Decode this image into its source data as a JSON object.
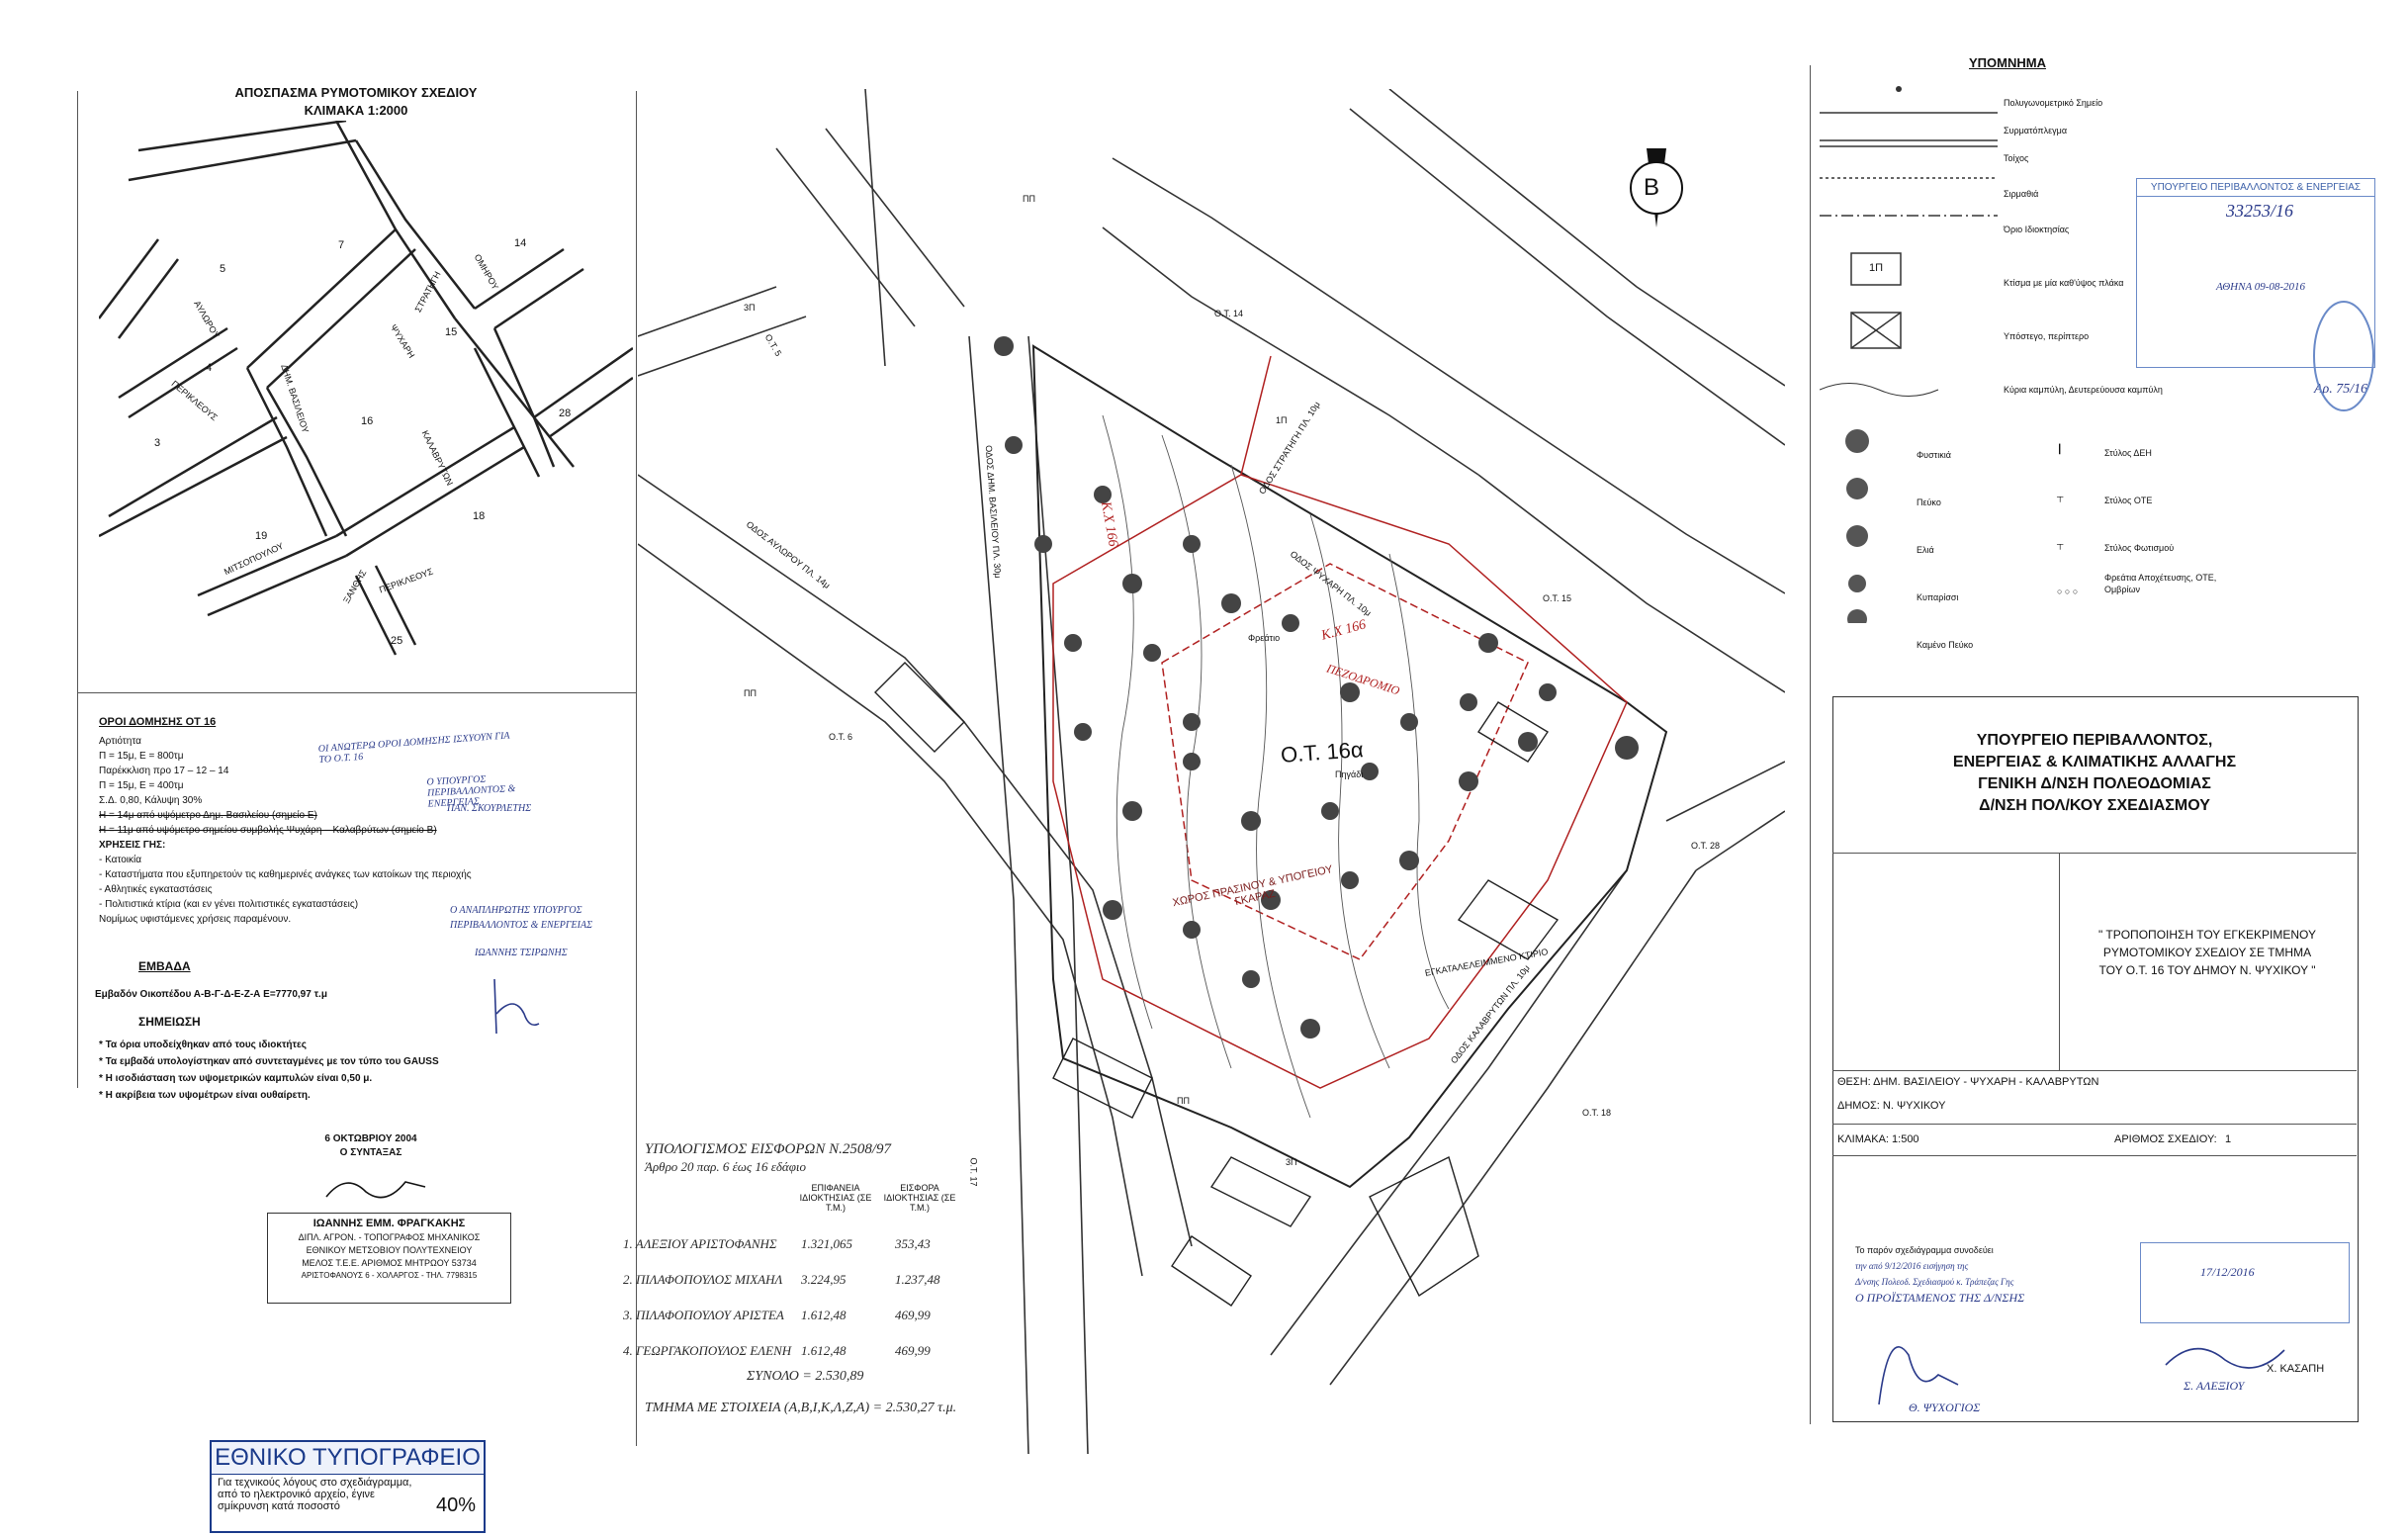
{
  "extract": {
    "title_line1": "ΑΠΟΣΠΑΣΜΑ ΡΥΜΟΤΟΜΙΚΟΥ ΣΧΕΔΙΟΥ",
    "title_line2": "ΚΛΙΜΑΚΑ 1:2000",
    "block_numbers": [
      "7",
      "14",
      "5",
      "15",
      "4",
      "16",
      "28",
      "3",
      "18",
      "19",
      "25"
    ],
    "streets": [
      "ΣΤΡΑΤΗΓΗ",
      "ΟΜΗΡΟΥ",
      "ΑΥΛΩΡΟΥ",
      "ΔΗΜ. ΒΑΣΙΛΕΙΟΥ",
      "ΨΥΧΑΡΗ",
      "ΚΑΛΑΒΡΥΤΩΝ",
      "ΠΕΡΙΚΛΕΟΥΣ",
      "ΜΙΤΣΟΠΟΥΛΟΥ",
      "ΞΑΝΘΗΣ",
      "ΠΕΡΙΚΛΕΟΥΣ"
    ]
  },
  "building_terms": {
    "heading": "ΟΡΟΙ ΔΟΜΗΣΗΣ ΟΤ 16",
    "lines": [
      "Αρτιότητα",
      "Π = 15μ, Ε = 800τμ",
      "Παρέκκλιση προ 17 – 12 – 14",
      "Π = 15μ, Ε = 400τμ",
      "Σ.Δ. 0,80, Κάλυψη 30%",
      "Η = 14μ από υψόμετρο Δημ. Βασιλείου (σημείο Ε)",
      "Η = 11μ από υψόμετρο σημείου συμβολής Ψυχάρη – Καλαβρύτων (σημείο Β)",
      "ΧΡΗΣΕΙΣ ΓΗΣ:",
      "- Κατοικία",
      "- Καταστήματα που εξυπηρετούν τις καθημερινές ανάγκες των κατοίκων της περιοχής",
      "- Αθλητικές εγκαταστάσεις",
      "- Πολιτιστικά κτίρια (και εν γένει πολιτιστικές εγκαταστάσεις)",
      "Νομίμως υφιστάμενες χρήσεις παραμένουν."
    ],
    "handwritten_notes": [
      "ΟΙ ΑΝΩΤΕΡΩ ΟΡΟΙ ΔΟΜΗΣΗΣ ΙΣΧΥΟΥΝ ΓΙΑ ΤΟ Ο.Τ. 16",
      "Ο ΥΠΟΥΡΓΟΣ ΠΕΡΙΒΑΛΛΟΝΤΟΣ & ΕΝΕΡΓΕΙΑΣ",
      "ΠΑΝ. ΣΚΟΥΡΛΕΤΗΣ",
      "Ο ΑΝΑΠΛΗΡΩΤΗΣ ΥΠΟΥΡΓΟΣ",
      "ΠΕΡΙΒΑΛΛΟΝΤΟΣ & ΕΝΕΡΓΕΙΑΣ",
      "ΙΩΑΝΝΗΣ ΤΣΙΡΩΝΗΣ"
    ]
  },
  "areas": {
    "heading": "ΕΜΒΑΔΑ",
    "line": "Εμβαδόν Οικοπέδου Α-Β-Γ-Δ-Ε-Ζ-Α  Ε=7770,97 τ.μ"
  },
  "notes": {
    "heading": "ΣΗΜΕΙΩΣΗ",
    "lines": [
      "* Τα όρια υποδείχθηκαν από τους ιδιοκτήτες",
      "* Τα εμβαδά υπολογίστηκαν από συντεταγμένες με τον τύπο του GAUSS",
      "* Η ισοδιάσταση των υψομετρικών καμπυλών είναι 0,50 μ.",
      "* Η ακρίβεια των υψομέτρων είναι ουθαίρετη."
    ]
  },
  "signature": {
    "date": "6 ΟΚΤΩΒΡΙΟΥ 2004",
    "role": "Ο ΣΥΝΤΑΞΑΣ",
    "stamp_lines": [
      "ΙΩΑΝΝΗΣ ΕΜΜ. ΦΡΑΓΚΑΚΗΣ",
      "ΔΙΠΛ. ΑΓΡΟΝ. - ΤΟΠΟΓΡΑΦΟΣ ΜΗΧΑΝΙΚΟΣ",
      "ΕΘΝΙΚΟΥ ΜΕΤΣΟΒΙΟΥ ΠΟΛΥΤΕΧΝΕΙΟΥ",
      "ΜΕΛΟΣ Τ.Ε.Ε. ΑΡΙΘΜΟΣ ΜΗΤΡΩΟΥ 53734",
      "ΑΡΙΣΤΟΦΑΝΟΥΣ 6 - ΧΟΛΑΡΓΟΣ - ΤΗΛ. 7798315"
    ]
  },
  "printing_office": {
    "name": "ΕΘΝΙΚΟ ΤΥΠΟΓΡΑΦΕΙΟ",
    "line1": "Για τεχνικούς λόγους στο σχεδιάγραμμα,",
    "line2": "από το ηλεκτρονικό αρχείο, έγινε",
    "line3": "σμίκρυνση κατά ποσοστό",
    "percent": "40%"
  },
  "map": {
    "north_label": "Β",
    "blocks": [
      "Ο.Τ. 16α",
      "Ο.Τ. 5",
      "Ο.Τ. 6",
      "Ο.Τ. 15",
      "Ο.Τ. 28",
      "Ο.Τ. 18",
      "Ο.Τ. 17",
      "Ο.Τ. 14"
    ],
    "streets": [
      "ΟΔΟΣ ΑΥΛΩΡΟΥ ΠΛ. 14μ",
      "ΟΔΟΣ ΔΗΜ. ΒΑΣΙΛΕΙΟΥ ΠΛ. 30μ",
      "ΟΔΟΣ ΣΤΡΑΤΗΓΗ ΠΛ. 10μ",
      "ΟΔΟΣ ΨΥΧΑΡΗ ΠΛ. 10μ",
      "ΟΔΟΣ ΚΑΛΑΒΡΥΤΩΝ ΠΛ. 10μ"
    ],
    "labels": [
      "ΧΩΡΟΣ ΠΡΑΣΙΝΟΥ & ΥΠΟΓΕΙΟΥ ΓΚΑΡΑΖ",
      "ΕΓΚΑΤΑΛΕΛΕΙΜΜΕΝΟ ΚΤΙΡΙΟ",
      "Πηγάδι",
      "Φρεάτιο",
      "ΠΕΖΟΔΡΟΜΙΟ",
      "Κ.Χ 166",
      "Κ.Χ 166"
    ],
    "floor_tags": [
      "ΠΠ",
      "3Π",
      "1Π",
      "ΠΠ",
      "ΠΠ",
      "3Π"
    ]
  },
  "calculation": {
    "heading": "ΥΠΟΛΟΓΙΣΜΟΣ ΕΙΣΦΟΡΩΝ Ν.2508/97",
    "subheading": "Άρθρο 20 παρ. 6 έως 16 εδάφιο",
    "col1": "ΕΠΙΦΑΝΕΙΑ ΙΔΙΟΚΤΗΣΙΑΣ (ΣΕ Τ.Μ.)",
    "col2": "ΕΙΣΦΟΡΑ ΙΔΙΟΚΤΗΣΙΑΣ (ΣΕ Τ.Μ.)",
    "rows": [
      {
        "name": "1. ΑΛΕΞΙΟΥ ΑΡΙΣΤΟΦΑΝΗΣ",
        "area": "1.321,065",
        "contribution": "353,43"
      },
      {
        "name": "2. ΠΙΛΑΦΟΠΟΥΛΟΣ ΜΙΧΑΗΛ",
        "area": "3.224,95",
        "contribution": "1.237,48"
      },
      {
        "name": "3. ΠΙΛΑΦΟΠΟΥΛΟΥ ΑΡΙΣΤΕΑ",
        "area": "1.612,48",
        "contribution": "469,99"
      },
      {
        "name": "4. ΓΕΩΡΓΑΚΟΠΟΥΛΟΣ ΕΛΕΝΗ",
        "area": "1.612,48",
        "contribution": "469,99"
      }
    ],
    "total": "ΣΥΝΟΛΟ = 2.530,89",
    "section": "ΤΜΗΜΑ ΜΕ ΣΤΟΙΧΕΙΑ (Α,Β,Ι,Κ,Λ,Ζ,Α) = 2.530,27 τ.μ."
  },
  "legend": {
    "heading": "ΥΠΟΜΝΗΜΑ",
    "items": [
      "Πολυγωνομετρικό Σημείο",
      "Συρματόπλεγμα",
      "Τοίχος",
      "Σιρμαθιά",
      "Όριο Ιδιοκτησίας",
      "Κτίσμα με μία καθ'ύψος πλάκα",
      "Υπόστεγο, περίπτερο",
      "Κύρια καμπύλη, Δευτερεύουσα καμπύλη"
    ],
    "tag_1p": "1Π",
    "trees": [
      "Φυστικιά",
      "Πεύκο",
      "Ελιά",
      "Κυπαρίσσι",
      "Καμένο Πεύκο"
    ],
    "poles": [
      "Στύλος ΔΕΗ",
      "Στύλος ΟΤΕ",
      "Στύλος Φωτισμού",
      "Φρεάτια Αποχέτευσης, ΟΤΕ, Ομβρίων"
    ]
  },
  "ministry_stamp": {
    "title": "ΥΠΟΥΡΓΕΙΟ ΠΕΡΙΒΑΛΛΟΝΤΟΣ & ΕΝΕΡΓΕΙΑΣ",
    "protocol": "33253/16",
    "date": "ΑΘΗΝΑ 09-08-2016",
    "ref": "Αρ. 75/16"
  },
  "title_block": {
    "ministry_line1": "ΥΠΟΥΡΓΕΙΟ ΠΕΡΙΒΑΛΛΟΝΤΟΣ,",
    "ministry_line2": "ΕΝΕΡΓΕΙΑΣ & ΚΛΙΜΑΤΙΚΗΣ ΑΛΛΑΓΗΣ",
    "ministry_line3": "ΓΕΝΙΚΗ Δ/ΝΣΗ ΠΟΛΕΟΔΟΜΙΑΣ",
    "ministry_line4": "Δ/ΝΣΗ ΠΟΛ/ΚΟΥ ΣΧΕΔΙΑΣΜΟΥ",
    "subject_line1": "\" ΤΡΟΠΟΠΟΙΗΣΗ ΤΟΥ ΕΓΚΕΚΡΙΜΕΝΟΥ",
    "subject_line2": "ΡΥΜΟΤΟΜΙΚΟΥ ΣΧΕΔΙΟΥ ΣΕ ΤΜΗΜΑ",
    "subject_line3": "ΤΟΥ Ο.Τ. 16 ΤΟΥ ΔΗΜΟΥ Ν. ΨΥΧΙΚΟΥ \"",
    "location": "ΘΕΣΗ: ΔΗΜ. ΒΑΣΙΛΕΙΟΥ - ΨΥΧΑΡΗ - ΚΑΛΑΒΡΥΤΩΝ",
    "municipality": "ΔΗΜΟΣ: Ν. ΨΥΧΙΚΟΥ",
    "scale": "ΚΛΙΜΑΚΑ: 1:500",
    "drawing_no_label": "ΑΡΙΘΜΟΣ ΣΧΕΔΙΟΥ:",
    "drawing_no": "1",
    "accompany_1": "Το παρόν σχεδιάγραμμα συνοδεύει",
    "accompany_2": "την από 9/12/2016 εισήγηση της",
    "accompany_3": "Δ/νσης Πολεοδ. Σχεδιασμού κ. Τράπεζας Γης",
    "accompany_4": "Ο ΠΡΟΪΣΤΑΜΕΝΟΣ ΤΗΣ Δ/ΝΣΗΣ",
    "signer_left": "Θ. ΨΥΧΟΓΙΟΣ",
    "signer_mid": "Σ. ΑΛΕΞΙΟΥ",
    "signer_right": "Χ. ΚΑΣΑΠΗ",
    "stamp2_date": "17/12/2016"
  }
}
